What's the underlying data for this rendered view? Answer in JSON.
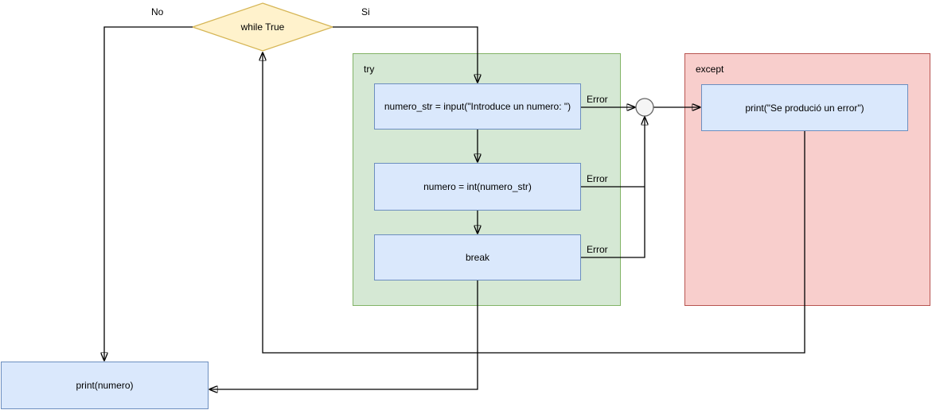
{
  "colors": {
    "decision_fill": "#fff2cc",
    "decision_stroke": "#d6b656",
    "try_fill": "#d5e8d4",
    "try_stroke": "#82b366",
    "except_fill": "#f8cecc",
    "except_stroke": "#b85450",
    "step_fill": "#dae8fc",
    "step_stroke": "#6c8ebf",
    "junction_fill": "#f5f5f5",
    "junction_stroke": "#666666",
    "connector_color": "#000000",
    "text_color": "#000000"
  },
  "decision": {
    "label": "while True"
  },
  "branches": {
    "no_label": "No",
    "yes_label": "Si"
  },
  "try_block": {
    "label": "try",
    "steps": [
      {
        "label": "numero_str = input(\"Introduce un numero: \")",
        "error_label": "Error"
      },
      {
        "label": "numero = int(numero_str)",
        "error_label": "Error"
      },
      {
        "label": "break",
        "error_label": "Error"
      }
    ]
  },
  "except_block": {
    "label": "except",
    "handler": {
      "label": "print(\"Se produció un error\")"
    }
  },
  "output": {
    "label": "print(numero)"
  }
}
